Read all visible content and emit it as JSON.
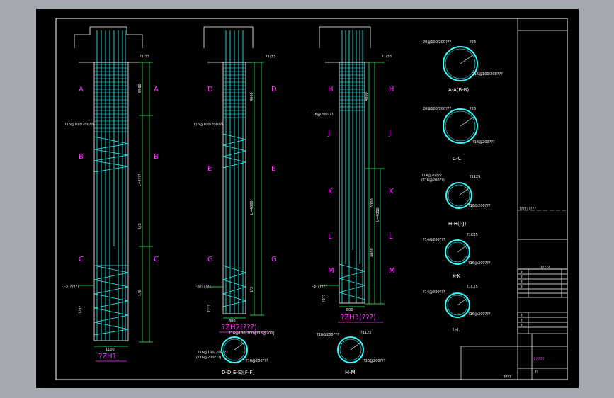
{
  "colors": {
    "background": "#a4a9b1",
    "sheet": "#000000",
    "frame": "#ffffff",
    "rebar": "#33ffff",
    "dimension": "#33ff66",
    "section_label": "#ff33ff",
    "title_block_accent": "#ff33ff"
  },
  "piles": [
    {
      "title": "?ZH1",
      "section_marks": [
        "A",
        "B",
        "C"
      ],
      "bottom_width": "1100",
      "dim_labels": [
        "5500",
        "L/3",
        "L=????",
        "1/3"
      ],
      "note_left": "?16@100/200???",
      "level_mark": "-3??????",
      "circle_no": "①",
      "side_text": "?2??",
      "anchor_label": "?1/33"
    },
    {
      "title": "?ZH2(???)",
      "section_marks": [
        "D",
        "E",
        "G"
      ],
      "bottom_width": "800",
      "dim_labels": [
        "4000",
        "L=4000",
        "1/3"
      ],
      "note_left": "?16@100/200???",
      "level_mark": "-3??????",
      "circle_no": "①",
      "side_text": "?2??",
      "anchor_label": "?1/33"
    },
    {
      "title": "?ZH3(???)",
      "section_marks": [
        "H",
        "J",
        "K",
        "L",
        "M"
      ],
      "bottom_width": "800",
      "dim_labels": [
        "4000",
        "5000",
        "L=4000",
        "4000"
      ],
      "note_left": "?16@200???",
      "level_mark": "-3??????",
      "circle_no": "①",
      "side_text": "?2??",
      "anchor_label": "?1/33"
    }
  ],
  "sections": [
    {
      "label": "A-A(B-B)",
      "note_top": "20@100/200???",
      "note_tag": "?23",
      "note_right": "?16@100/200???"
    },
    {
      "label": "C-C",
      "note_top": "20@100/200???",
      "note_tag": "?23",
      "note_right": "?16@200???"
    },
    {
      "label": "H-H(J-J)",
      "note_top": "?14@200??",
      "note_top2": "(?16@200??)",
      "note_tag": "?1125",
      "note_right": "?16@200???"
    },
    {
      "label": "K-K",
      "note_top": "?14@200???",
      "note_tag": "?1C25",
      "note_right": "?16@200???"
    },
    {
      "label": "L-L",
      "note_top": "?14@200???",
      "note_tag": "?1C25",
      "note_right": "?16@200???"
    },
    {
      "label": "D-D(E-E)[F-F]",
      "note_top": "?16@100(200)[?16@200]",
      "note_left": "?16@100/200???",
      "note_left2": "(?16@200???)",
      "note_right": "?16@200???"
    },
    {
      "label": "M-M",
      "note_top": "?16@200???",
      "note_tag": "?1125",
      "note_right": "?16@200???"
    }
  ],
  "title_block": {
    "project": "?????????",
    "table_head": "?????",
    "rows": [
      "?",
      "?",
      "?",
      "?",
      "?",
      "?",
      "?"
    ],
    "drawing_title": "?????",
    "footer_left": "????",
    "footer_right": "??"
  }
}
